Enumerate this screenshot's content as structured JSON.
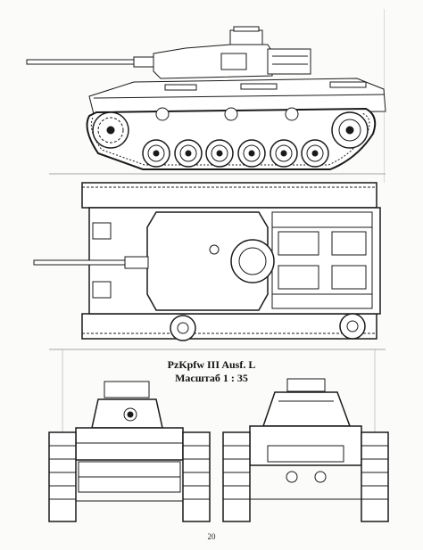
{
  "caption": {
    "title": "PzKpfw III Ausf. L",
    "scale": "Масштаб 1 : 35"
  },
  "page_number": "20",
  "colors": {
    "ink": "#1a1a1a",
    "paper": "#fbfbfa"
  }
}
